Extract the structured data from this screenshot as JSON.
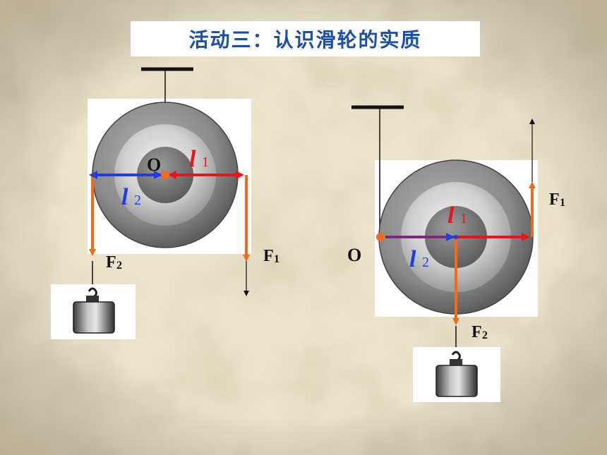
{
  "title": "活动三：认识滑轮的实质",
  "colors": {
    "title_text": "#1a4fa8",
    "force_orange": "#f26a1b",
    "arm_red": "#e8141e",
    "arm_blue": "#1f3ee0",
    "label_red": "#e8141e",
    "label_blue": "#1f3ee0",
    "background": "#ece3cc"
  },
  "fixed_pulley": {
    "pivot_label": "O",
    "arm1": {
      "letter": "l",
      "sub": "1"
    },
    "arm2": {
      "letter": "l",
      "sub": "2"
    },
    "force1": {
      "letter": "F",
      "sub": "1"
    },
    "force2": {
      "letter": "F",
      "sub": "2"
    }
  },
  "movable_pulley": {
    "pivot_label": "O",
    "arm1": {
      "letter": "l",
      "sub": "1"
    },
    "arm2": {
      "letter": "l",
      "sub": "2"
    },
    "force1": {
      "letter": "F",
      "sub": "1"
    },
    "force2": {
      "letter": "F",
      "sub": "2"
    }
  }
}
